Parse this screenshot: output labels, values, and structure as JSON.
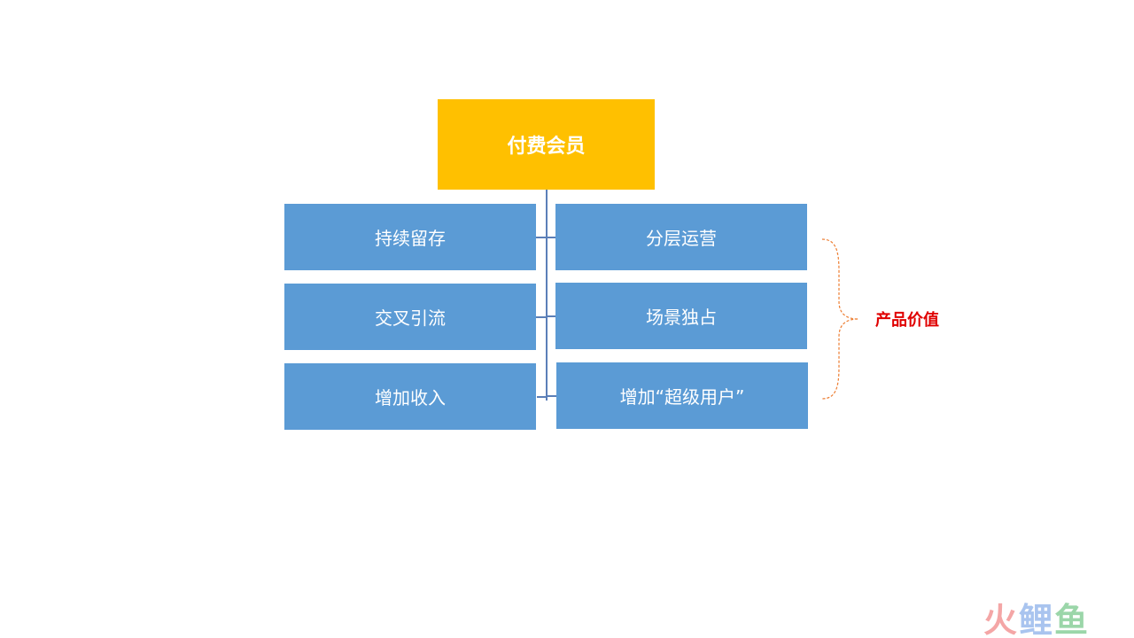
{
  "colors": {
    "root_fill": "#ffc000",
    "child_fill": "#5b9bd5",
    "connector": "#5b7fb8",
    "brace_stroke": "#ed7d31",
    "label_text": "#e00000",
    "logo_1": "#f4a6a6",
    "logo_2": "#a9c4ef",
    "logo_3": "#9bd6a9"
  },
  "root": {
    "label": "付费会员"
  },
  "children": {
    "left": [
      {
        "label": "持续留存"
      },
      {
        "label": "交叉引流"
      },
      {
        "label": "增加收入"
      }
    ],
    "right": [
      {
        "label": "分层运营"
      },
      {
        "label": "场景独占"
      },
      {
        "label": "增加“超级用户”"
      }
    ]
  },
  "brace": {
    "label": "产品价值"
  },
  "logo": {
    "char_1": "火",
    "char_2": "鲤",
    "char_3": "鱼"
  }
}
